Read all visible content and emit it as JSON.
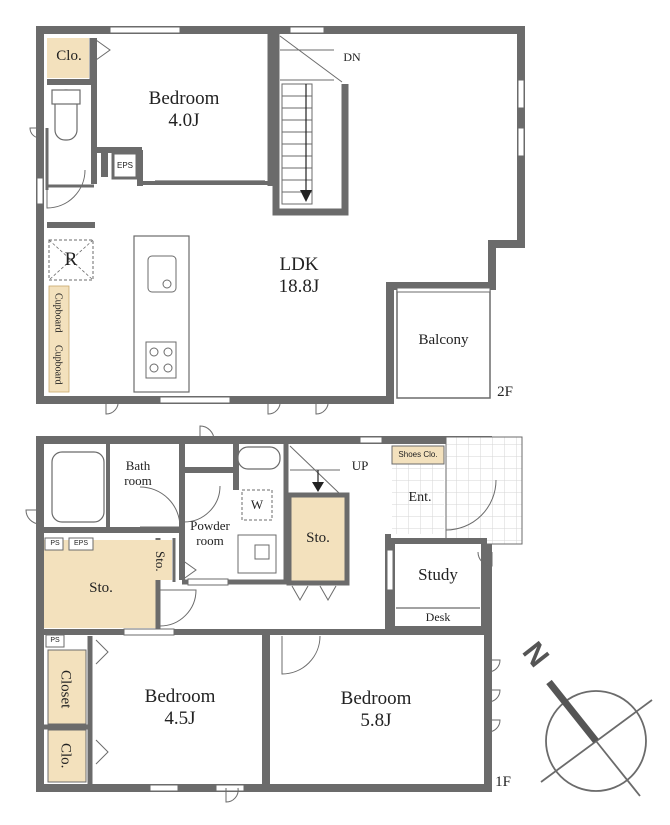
{
  "floor2": {
    "floor_label": "2F",
    "bedroom": {
      "name": "Bedroom",
      "size": "4.0J"
    },
    "ldk": {
      "name": "LDK",
      "size": "18.8J"
    },
    "balcony": "Balcony",
    "closet": "Clo.",
    "eps": "EPS",
    "stairs": "DN",
    "refrigerator": "R",
    "cupboard1": "Cupboard",
    "cupboard2": "Cupboard"
  },
  "floor1": {
    "floor_label": "1F",
    "bath": "Bath room",
    "powder": "Powder room",
    "washer": "W",
    "storage_main": "Sto.",
    "storage_small": "Sto.",
    "storage_stair": "Sto.",
    "stairs": "UP",
    "shoes": "Shoes Clo.",
    "entrance": "Ent.",
    "study": "Study",
    "desk": "Desk",
    "ps1": "PS",
    "eps": "EPS",
    "ps2": "PS",
    "closet": "Closet",
    "clo": "Clo.",
    "bedroom_a": {
      "name": "Bedroom",
      "size": "4.5J"
    },
    "bedroom_b": {
      "name": "Bedroom",
      "size": "5.8J"
    }
  },
  "compass": "N",
  "colors": {
    "wall": "#6b6b6b",
    "storage": "#f3e1bd",
    "floor": "#ffffff",
    "grid": "#d6d6d6"
  }
}
